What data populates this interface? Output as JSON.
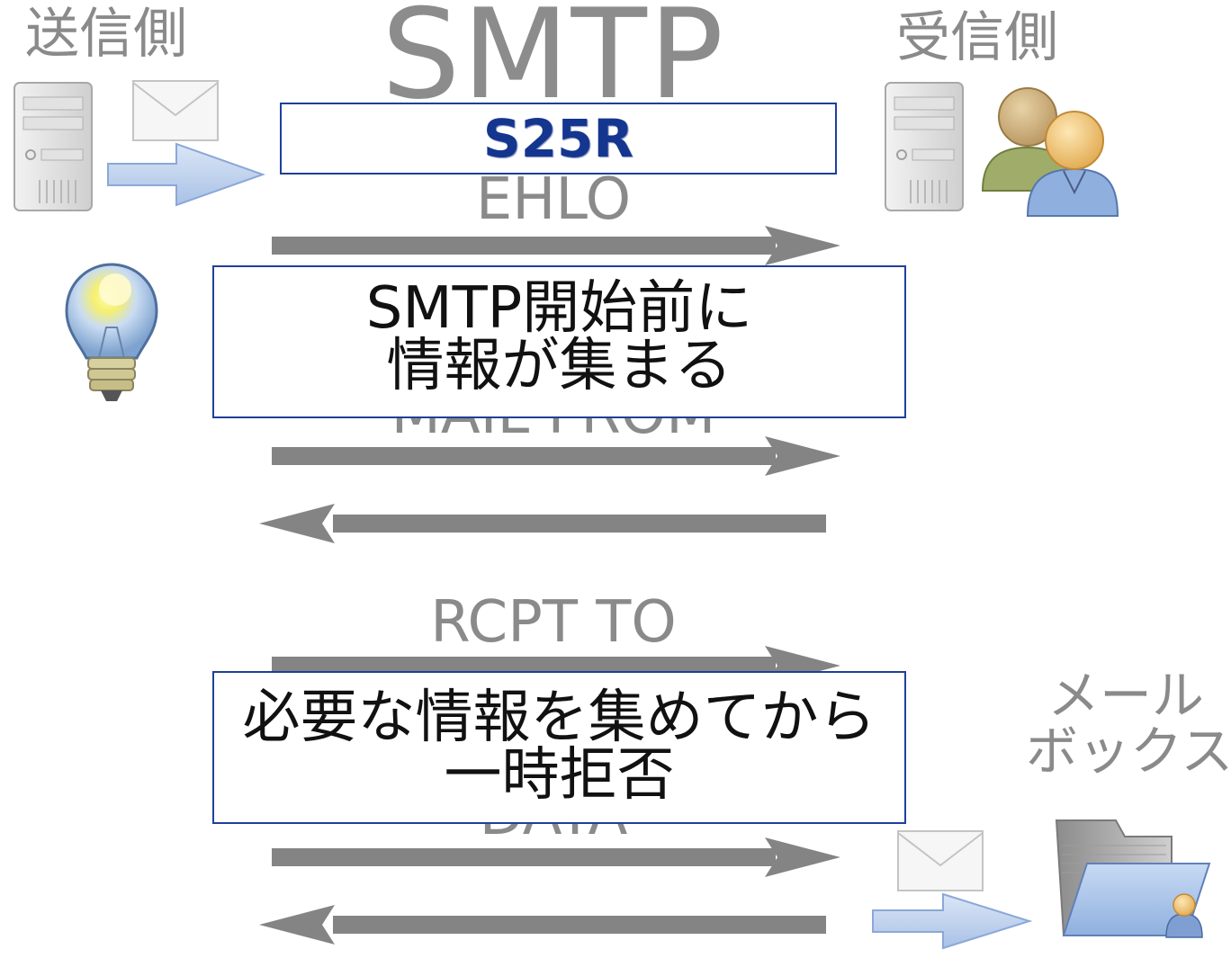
{
  "title": "SMTP",
  "sender_label": "送信側",
  "receiver_label": "受信側",
  "mailbox_label": [
    "メール",
    "ボックス"
  ],
  "s25r_label": "S25R",
  "commands": {
    "ehlo": "EHLO",
    "mail_from": "MAIL FROM",
    "rcpt_to": "RCPT TO",
    "data": "DATA"
  },
  "note1_lines": [
    "SMTP開始前に",
    "情報が集まる"
  ],
  "note2_lines": [
    "必要な情報を集めてから",
    "一時拒否"
  ],
  "icons": [
    "server-icon",
    "envelope-icon",
    "arrow-icon",
    "users-icon",
    "lightbulb-icon",
    "folder-icon"
  ],
  "colors": {
    "box_border": "#1f3f9a",
    "s25r_text": "#14368f",
    "arrow_gray": "#848484",
    "label_gray": "#8a8a8a"
  }
}
